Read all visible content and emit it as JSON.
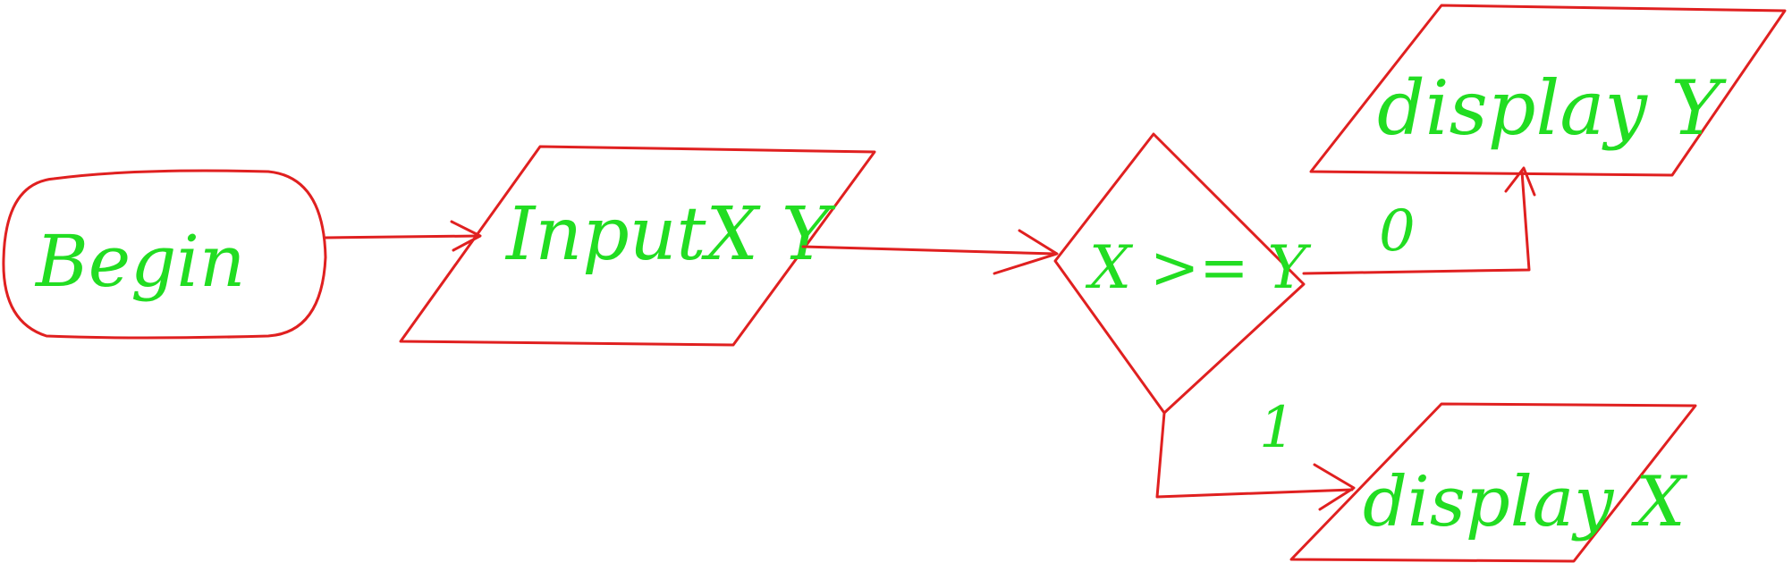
{
  "diagram": {
    "nodes": {
      "begin": {
        "label": "Begin",
        "shape": "terminator"
      },
      "input": {
        "label": "InputX Y",
        "shape": "parallelogram"
      },
      "decision": {
        "label": "X >= Y",
        "shape": "diamond"
      },
      "display_y": {
        "label": "display Y",
        "shape": "parallelogram"
      },
      "display_x": {
        "label": "display X",
        "shape": "parallelogram"
      }
    },
    "edges": {
      "begin_to_input": {
        "from": "begin",
        "to": "input",
        "label": ""
      },
      "input_to_decision": {
        "from": "input",
        "to": "decision",
        "label": ""
      },
      "decision_to_display_y": {
        "from": "decision",
        "to": "display_y",
        "label": "0"
      },
      "decision_to_display_x": {
        "from": "decision",
        "to": "display_x",
        "label": "1"
      }
    },
    "colors": {
      "stroke": "#e02020",
      "text": "#22dd22",
      "background": "#ffffff"
    }
  }
}
